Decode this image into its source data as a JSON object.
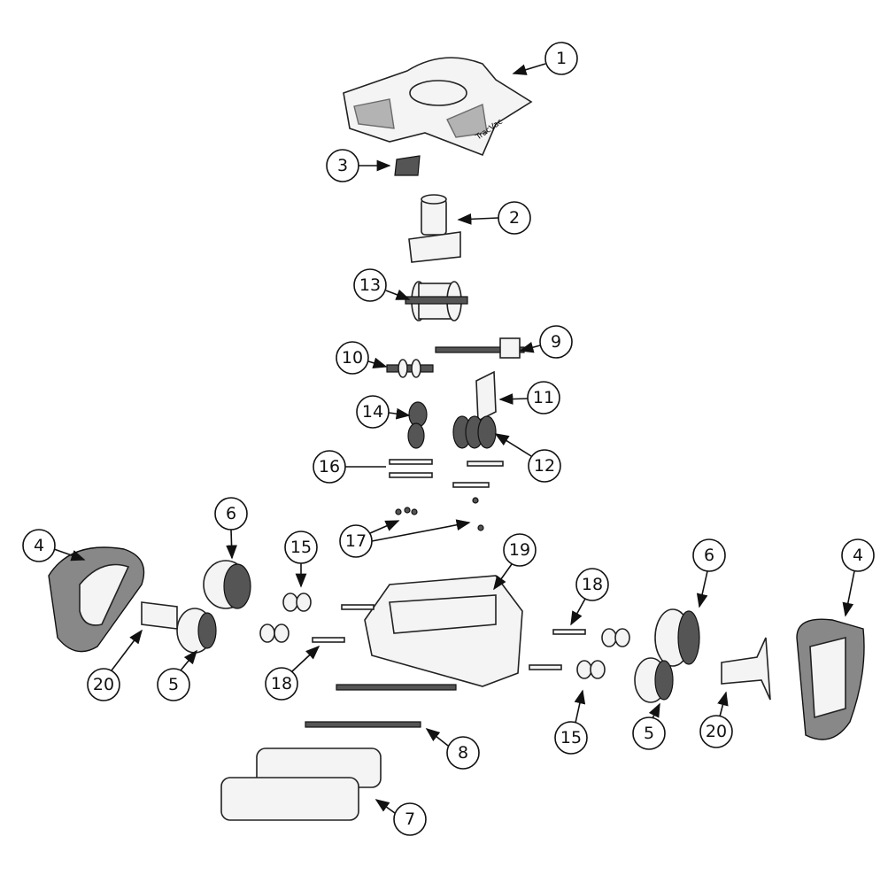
{
  "diagram": {
    "logo_text": "TracVac",
    "callouts": [
      {
        "id": "c1",
        "label": "1"
      },
      {
        "id": "c3",
        "label": "3"
      },
      {
        "id": "c2",
        "label": "2"
      },
      {
        "id": "c13",
        "label": "13"
      },
      {
        "id": "c9",
        "label": "9"
      },
      {
        "id": "c10",
        "label": "10"
      },
      {
        "id": "c11",
        "label": "11"
      },
      {
        "id": "c14",
        "label": "14"
      },
      {
        "id": "c12",
        "label": "12"
      },
      {
        "id": "c16",
        "label": "16"
      },
      {
        "id": "c17",
        "label": "17"
      },
      {
        "id": "c19",
        "label": "19"
      },
      {
        "id": "c6l",
        "label": "6"
      },
      {
        "id": "c4l",
        "label": "4"
      },
      {
        "id": "c15l",
        "label": "15"
      },
      {
        "id": "c20l",
        "label": "20"
      },
      {
        "id": "c5l",
        "label": "5"
      },
      {
        "id": "c18l",
        "label": "18"
      },
      {
        "id": "c18r",
        "label": "18"
      },
      {
        "id": "c6r",
        "label": "6"
      },
      {
        "id": "c4r",
        "label": "4"
      },
      {
        "id": "c15r",
        "label": "15"
      },
      {
        "id": "c5r",
        "label": "5"
      },
      {
        "id": "c20r",
        "label": "20"
      },
      {
        "id": "c8",
        "label": "8"
      },
      {
        "id": "c7",
        "label": "7"
      }
    ]
  }
}
